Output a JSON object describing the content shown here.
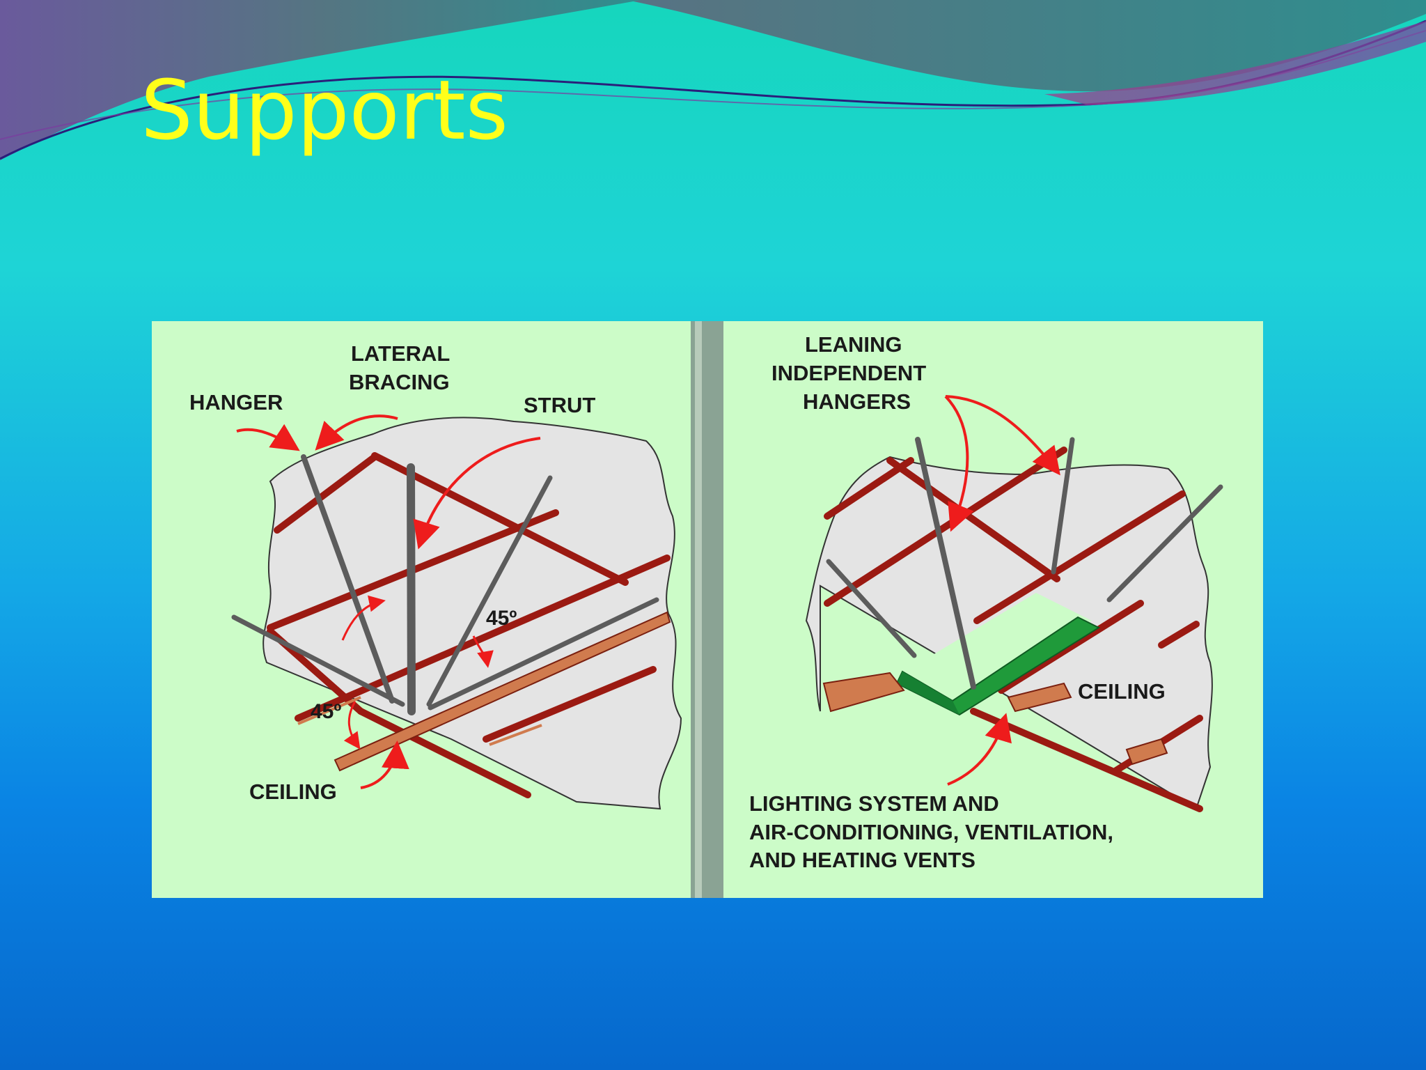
{
  "slide": {
    "title": "Supports"
  },
  "figure": {
    "left_panel": {
      "labels": {
        "hanger": "HANGER",
        "lateral_bracing_line1": "LATERAL",
        "lateral_bracing_line2": "BRACING",
        "strut": "STRUT",
        "angle_upper": "45º",
        "angle_lower": "45º",
        "ceiling": "CEILING"
      }
    },
    "right_panel": {
      "labels": {
        "leaning_line1": "LEANING",
        "leaning_line2": "INDEPENDENT",
        "leaning_line3": "HANGERS",
        "ceiling": "CEILING",
        "lighting_line1": "LIGHTING SYSTEM AND",
        "lighting_line2": "AIR-CONDITIONING, VENTILATION,",
        "lighting_line3": "AND HEATING VENTS"
      }
    },
    "colors": {
      "background": "#ccfcc8",
      "beam": "#9b1a12",
      "beam_edge": "#d07b4e",
      "tile": "#e4e4e4",
      "wire": "#5c5c5c",
      "arrow": "#ee1c1c",
      "light_fixture": "#1f9a3a"
    }
  }
}
